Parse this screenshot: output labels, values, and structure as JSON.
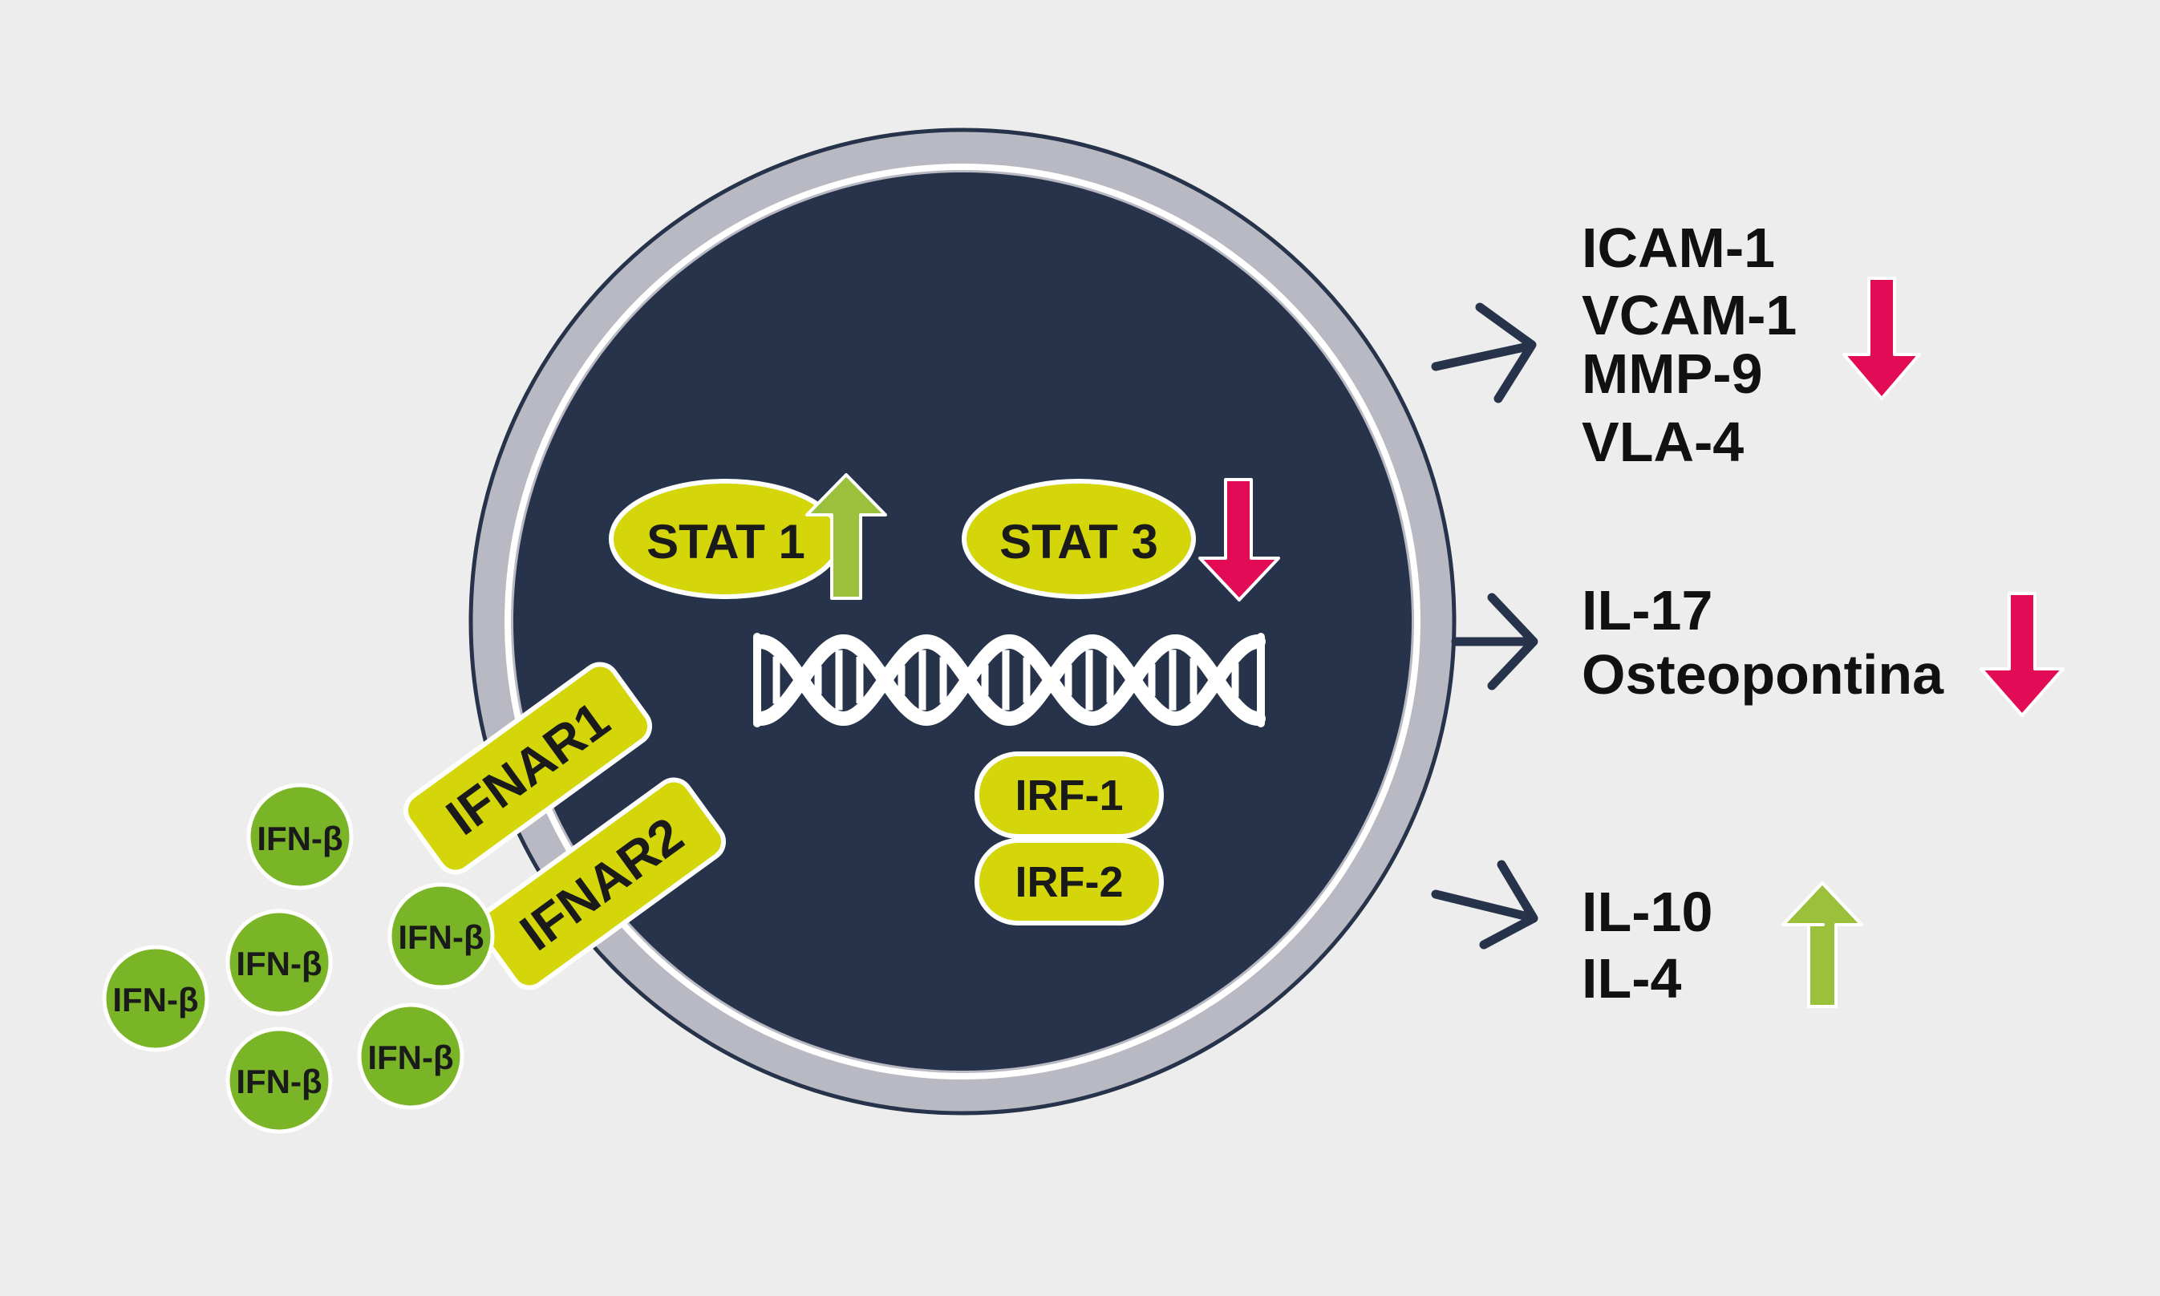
{
  "colors": {
    "background": "#ededed",
    "cell_dark": "#26334a",
    "membrane": "#b9b9c4",
    "yellow_green": "#d4d60a",
    "ifn_green": "#79b526",
    "arrow_up_green": "#9bc03b",
    "arrow_down_red": "#e30b55",
    "outline": "#26334a"
  },
  "labels": {
    "stat1": "STAT 1",
    "stat3": "STAT 3",
    "irf1": "IRF-1",
    "irf2": "IRF-2",
    "ifnar1": "IFNAR1",
    "ifnar2": "IFNAR2",
    "ifn_beta": "IFN-β"
  },
  "outputs": [
    {
      "lines": [
        "ICAM-1",
        "VCAM-1",
        "MMP-9",
        "VLA-4"
      ],
      "direction": "down"
    },
    {
      "lines": [
        "IL-17",
        "Osteopontina"
      ],
      "direction": "down"
    },
    {
      "lines": [
        "IL-10",
        "IL-4"
      ],
      "direction": "up"
    }
  ],
  "regulation": {
    "stat1": "up",
    "stat3": "down"
  },
  "icons": {
    "dna": "dna-double-helix-icon",
    "up": "arrow-up-icon",
    "down": "arrow-down-icon",
    "pathway": "chevron-arrow-icon"
  }
}
